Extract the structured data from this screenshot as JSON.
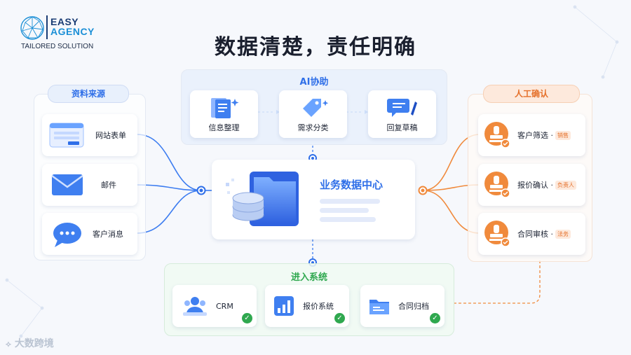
{
  "logo": {
    "line1": "EASY",
    "line2": "AGENCY",
    "tagline": "TAILORED SOLUTION"
  },
  "title": "数据清楚，责任明确",
  "ai_panel": {
    "label": "AI协助",
    "items": [
      {
        "label": "信息整理",
        "icon": "document-list-icon"
      },
      {
        "label": "需求分类",
        "icon": "tag-icon"
      },
      {
        "label": "回复草稿",
        "icon": "chat-pen-icon"
      }
    ]
  },
  "sources": {
    "label": "资料来源",
    "items": [
      {
        "label": "网站表单",
        "icon": "web-form-icon"
      },
      {
        "label": "邮件",
        "icon": "mail-icon"
      },
      {
        "label": "客户消息",
        "icon": "chat-bubble-icon"
      }
    ]
  },
  "center": {
    "label": "业务数据中心",
    "icon": "database-folder-icon"
  },
  "manual": {
    "label": "人工确认",
    "items": [
      {
        "label": "客户筛选 ·",
        "badge": "销售",
        "icon": "stamp-icon"
      },
      {
        "label": "报价确认 ·",
        "badge": "负责人",
        "icon": "stamp-icon"
      },
      {
        "label": "合同审核 ·",
        "badge": "法务",
        "icon": "stamp-icon"
      }
    ]
  },
  "systems": {
    "label": "进入系统",
    "items": [
      {
        "label": "CRM",
        "icon": "people-icon"
      },
      {
        "label": "报价系统",
        "icon": "bar-chart-icon"
      },
      {
        "label": "合同归档",
        "icon": "folder-icon"
      }
    ]
  },
  "watermark": "大数跨境",
  "colors": {
    "blue": "#2f6fe8",
    "orange": "#f08a3c",
    "green": "#2fa84f"
  }
}
